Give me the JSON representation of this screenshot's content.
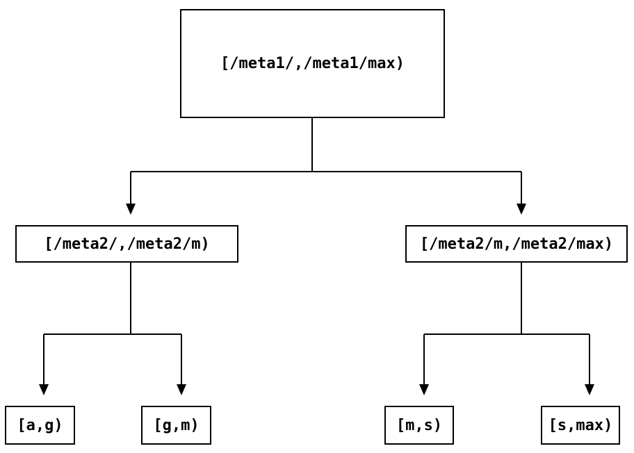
{
  "diagram": {
    "type": "tree",
    "description": "Two-level key-range partition tree",
    "colors": {
      "background": "#ffffff",
      "line": "#000000",
      "text": "#000000",
      "node_fill": "#ffffff"
    },
    "nodes": {
      "root": {
        "label": "[/meta1/,/meta1/max)"
      },
      "left": {
        "label": "[/meta2/,/meta2/m)"
      },
      "right": {
        "label": "[/meta2/m,/meta2/max)"
      },
      "leaf1": {
        "label": "[a,g)"
      },
      "leaf2": {
        "label": "[g,m)"
      },
      "leaf3": {
        "label": "[m,s)"
      },
      "leaf4": {
        "label": "[s,max)"
      }
    },
    "edges": [
      {
        "from": "root",
        "to": "left"
      },
      {
        "from": "root",
        "to": "right"
      },
      {
        "from": "left",
        "to": "leaf1"
      },
      {
        "from": "left",
        "to": "leaf2"
      },
      {
        "from": "right",
        "to": "leaf3"
      },
      {
        "from": "right",
        "to": "leaf4"
      }
    ]
  }
}
